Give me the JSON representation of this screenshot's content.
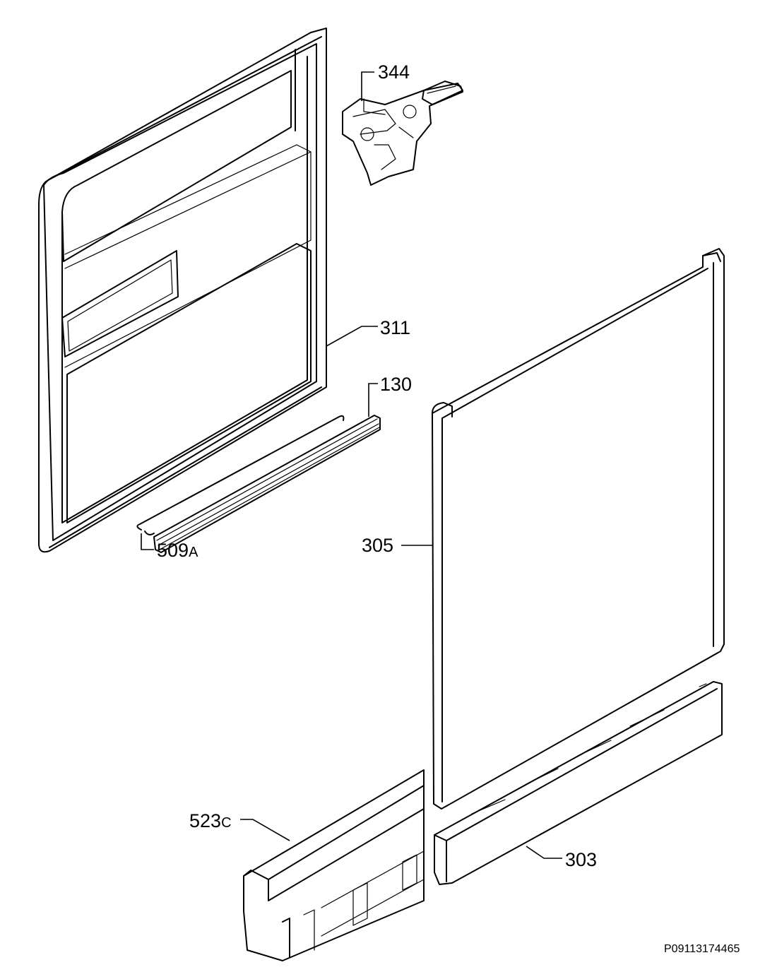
{
  "drawing_ref": "P09113174465",
  "parts": [
    {
      "id": "p344",
      "number": "344",
      "suffix": ""
    },
    {
      "id": "p311",
      "number": "311",
      "suffix": ""
    },
    {
      "id": "p130",
      "number": "130",
      "suffix": ""
    },
    {
      "id": "p509",
      "number": "509",
      "suffix": "A"
    },
    {
      "id": "p305",
      "number": "305",
      "suffix": ""
    },
    {
      "id": "p523",
      "number": "523",
      "suffix": "C"
    },
    {
      "id": "p303",
      "number": "303",
      "suffix": ""
    }
  ]
}
